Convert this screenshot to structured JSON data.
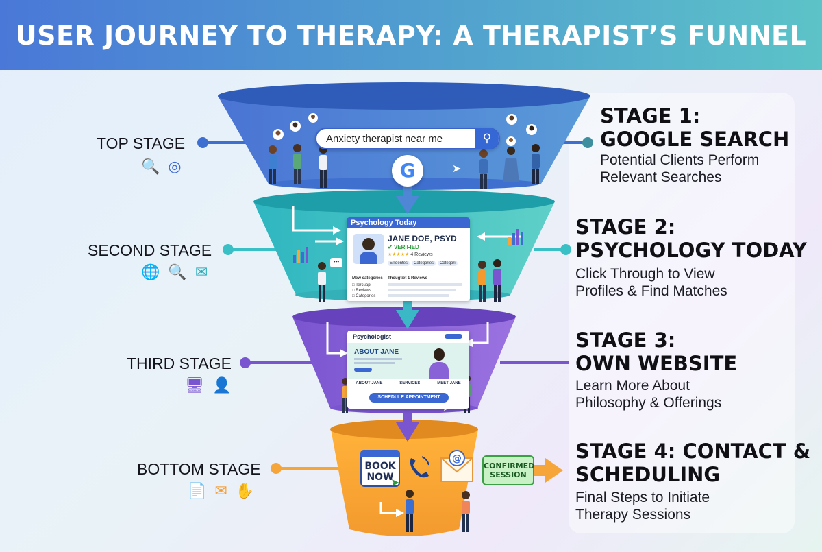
{
  "title": "USER JOURNEY TO THERAPY: A THERAPIST’S FUNNEL",
  "colors": {
    "header_start": "#4a78d8",
    "header_end": "#5cc3c8",
    "stage1": "#4f7fd6",
    "stage2": "#3ec1c6",
    "stage3": "#8a62d8",
    "stage4": "#f6a53a",
    "connector": "#5b86d8"
  },
  "stages": [
    {
      "label": "TOP STAGE",
      "title": "STAGE 1:\nGOOGLE SEARCH",
      "description": "Potential Clients Perform\nRelevant Searches",
      "icons": [
        "search-icon",
        "target-icon"
      ]
    },
    {
      "label": "SECOND STAGE",
      "title": "STAGE 2:\nPSYCHOLOGY TODAY",
      "description": "Click Through to View\nProfiles & Find Matches",
      "icons": [
        "globe-icon",
        "user-search-icon",
        "mail-icon"
      ]
    },
    {
      "label": "THIRD STAGE",
      "title": "STAGE 3:\nOWN WEBSITE",
      "description": "Learn More About\nPhilosophy & Offerings",
      "icons": [
        "monitor-icon",
        "user-icon"
      ]
    },
    {
      "label": "BOTTOM STAGE",
      "title": "STAGE 4: CONTACT &\nSCHEDULING",
      "description": "Final Steps to Initiate\nTherapy Sessions",
      "icons": [
        "document-icon",
        "mail-icon",
        "hand-icon"
      ]
    }
  ],
  "search": {
    "query": "Anxiety therapist near me",
    "engine_logo": "G"
  },
  "psychology_today": {
    "site_name": "Psychology Today",
    "profile_name": "JANE DOE, PSYD",
    "verified": "VERIFIED",
    "reviews": "4 Reviews",
    "rating_stars": 5,
    "chips": [
      "Ellidentes",
      "Categories",
      "Categori"
    ],
    "sidebar_heading": "Mew categories",
    "sidebar_items": [
      "Tercuapi",
      "Reviews",
      "Categories"
    ],
    "reviews_heading": "Thougtiet 1 Reviews"
  },
  "website": {
    "brand": "Psychologist",
    "heading": "ABOUT JANE",
    "nav": [
      "ABOUT JANE",
      "SERVICES",
      "MEET JANE"
    ],
    "cta": "SCHEDULE APPOINTMENT"
  },
  "contact": {
    "book_now": "BOOK NOW",
    "confirmed": "CONFIRMED SESSION"
  }
}
